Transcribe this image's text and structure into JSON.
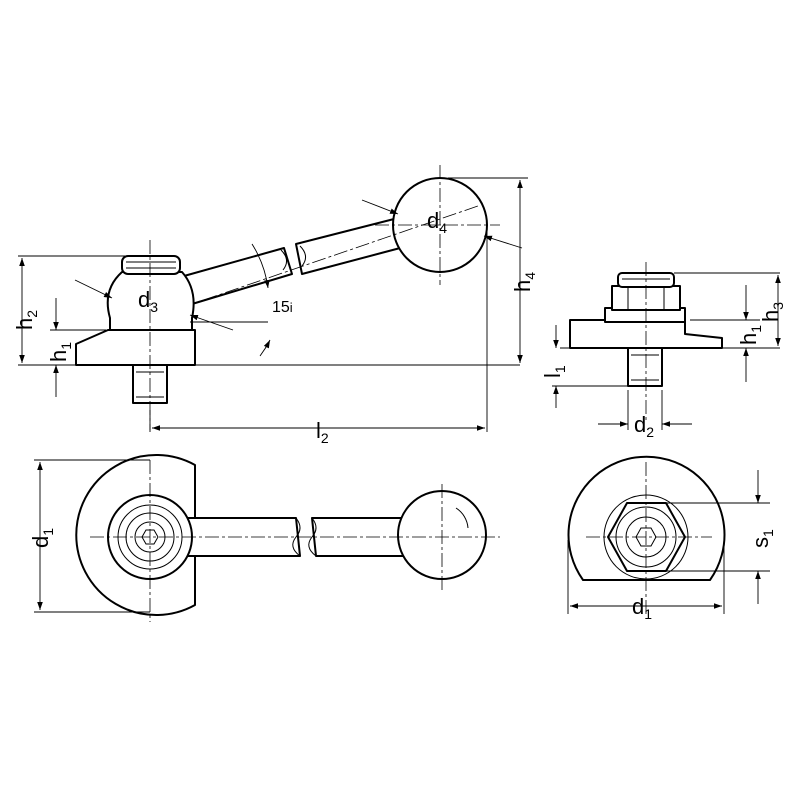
{
  "labels": {
    "h2": {
      "main": "h",
      "sub": "2"
    },
    "h1_left": {
      "main": "h",
      "sub": "1"
    },
    "d3": {
      "main": "d",
      "sub": "3"
    },
    "d4": {
      "main": "d",
      "sub": "4"
    },
    "h4": {
      "main": "h",
      "sub": "4"
    },
    "angle": {
      "main": "15",
      "sub": "i"
    },
    "l2": {
      "main": "l",
      "sub": "2"
    },
    "h3": {
      "main": "h",
      "sub": "3"
    },
    "h1_right": {
      "main": "h",
      "sub": "1"
    },
    "l1": {
      "main": "l",
      "sub": "1"
    },
    "d2": {
      "main": "d",
      "sub": "2"
    },
    "d1_left": {
      "main": "d",
      "sub": "1"
    },
    "d1_right": {
      "main": "d",
      "sub": "1"
    },
    "s1": {
      "main": "s",
      "sub": "1"
    }
  },
  "colors": {
    "line": "#000000",
    "background": "#ffffff"
  }
}
